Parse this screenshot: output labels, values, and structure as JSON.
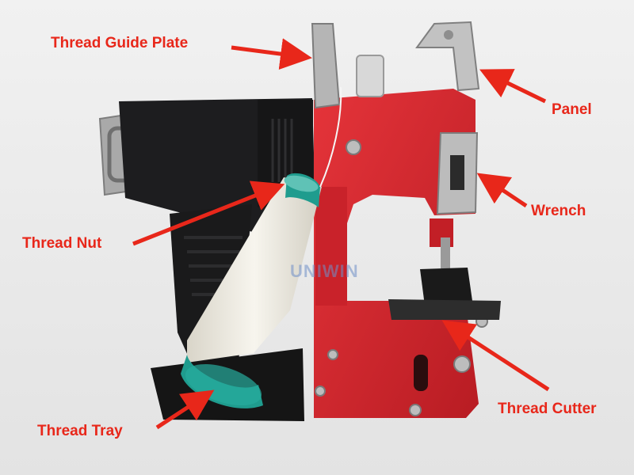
{
  "diagram": {
    "labels": {
      "thread_guide_plate": "Thread Guide Plate",
      "panel": "Panel",
      "wrench": "Wrench",
      "thread_nut": "Thread Nut",
      "thread_cutter": "Thread Cutter",
      "thread_tray": "Thread Tray"
    },
    "watermark": "UNIWIN"
  },
  "colors": {
    "label_red": "#e8271a",
    "arrow_red": "#e8271a",
    "machine_red": "#d8262b",
    "body_black": "#1d1d1f",
    "metal": "#b9b9b9",
    "background": "#e9e9e9",
    "thread_white": "#f3f0e6",
    "spool_teal": "#1f9c8e",
    "watermark_blue": "#6f8fc8"
  }
}
